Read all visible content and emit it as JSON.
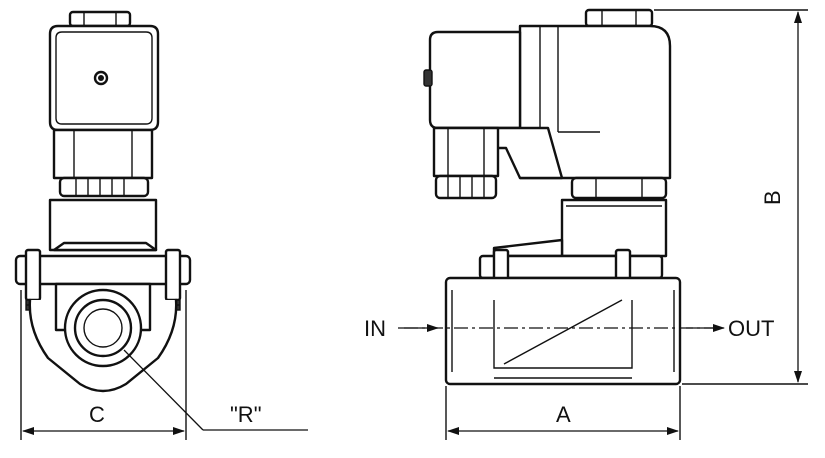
{
  "labels": {
    "dim_c": "C",
    "dim_r": "\"R\"",
    "dim_a": "A",
    "dim_b": "B",
    "inlet": "IN",
    "outlet": "OUT"
  }
}
